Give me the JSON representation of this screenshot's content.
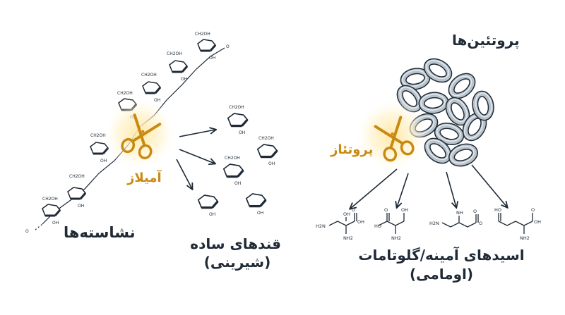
{
  "labels": {
    "starch": "نشاسته‌ها",
    "amylase": "آمیلاز",
    "simple_sugars": "قندهای ساده",
    "sweet": "(شیرینی)",
    "proteins": "پروتئین‌ها",
    "protease": "پروتئاز",
    "amino_acids": "اسیدهای آمینه/گلوتامات",
    "umami": "(اومامی)"
  },
  "chem": {
    "ch2oh": "CH2OH",
    "oh": "OH",
    "o": "O",
    "h2n": "H2N",
    "nh2": "NH2",
    "ho": "HO",
    "nh": "NH",
    "chain_end": "O"
  },
  "colors": {
    "ink": "#1f2a36",
    "enzyme": "#c98a12",
    "glow": "#ffe7a3",
    "protein": "#b9c3cc"
  },
  "icons": [
    "scissors-icon",
    "scissors-icon",
    "sugar-ring-icon",
    "protein-coil-icon",
    "arrow-icon"
  ]
}
